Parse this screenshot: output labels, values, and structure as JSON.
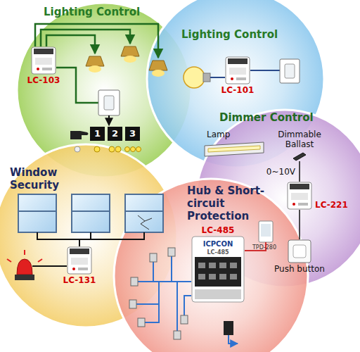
{
  "diagram": {
    "nodes": [
      {
        "text": [
          "Lighting Control"
        ]
      },
      {
        "text": [
          "LC-103"
        ],
        "in": 0
      },
      {
        "text": [
          "Lighting Control"
        ]
      },
      {
        "text": [
          "LC-101"
        ],
        "in": 2
      },
      {
        "text": [
          "Dimmer Control"
        ]
      },
      {
        "text": [
          "Lamp"
        ],
        "in": 4
      },
      {
        "text": [
          "Dimmable Ballast"
        ],
        "in": 4
      },
      {
        "text": [
          "LC-221"
        ],
        "in": 4
      },
      {
        "text": [
          "Push button"
        ],
        "in": 4
      },
      {
        "text": [
          "Window Security"
        ]
      },
      {
        "text": [
          "LC-131"
        ],
        "in": 9
      },
      {
        "text": [
          "Hub & Short-circuit Protection"
        ]
      },
      {
        "text": [
          "LC-485"
        ],
        "in": 11
      }
    ],
    "edges": [
      {
        "from": 6,
        "to": 7,
        "label": "0~10V",
        "arrow": "none"
      },
      {
        "from": 7,
        "to": 8,
        "arrow": "none"
      }
    ],
    "labels": [
      "1",
      "2",
      "3",
      "TPD-280",
      "ICPCON",
      "LC-485"
    ]
  }
}
